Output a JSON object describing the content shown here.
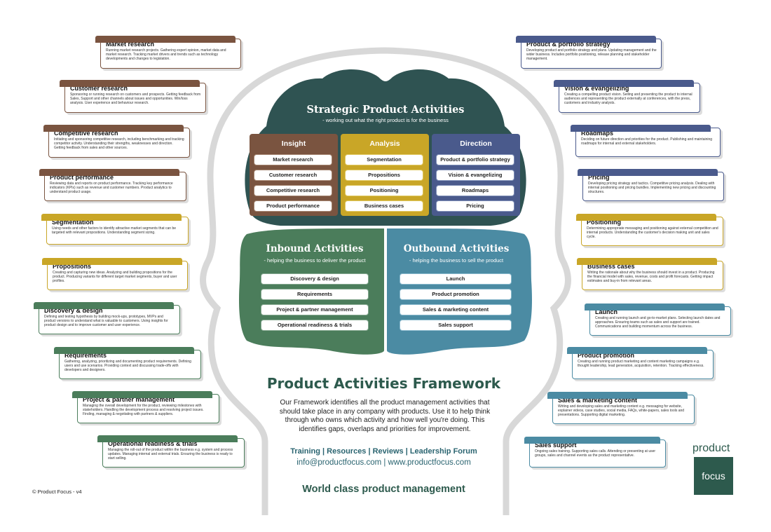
{
  "strategic": {
    "title": "Strategic Product Activities",
    "subtitle": "- working out what the right product is for the business",
    "columns": [
      {
        "title": "Insight",
        "items": [
          "Market research",
          "Customer research",
          "Competitive research",
          "Product performance"
        ]
      },
      {
        "title": "Analysis",
        "items": [
          "Segmentation",
          "Propositions",
          "Positioning",
          "Business cases"
        ]
      },
      {
        "title": "Direction",
        "items": [
          "Product & portfolio strategy",
          "Vision & evangelizing",
          "Roadmaps",
          "Pricing"
        ]
      }
    ]
  },
  "inbound": {
    "title": "Inbound Activities",
    "subtitle": "- helping the business to deliver the product",
    "items": [
      "Discovery & design",
      "Requirements",
      "Project & partner management",
      "Operational readiness & trials"
    ]
  },
  "outbound": {
    "title": "Outbound Activities",
    "subtitle": "- helping the business to sell the product",
    "items": [
      "Launch",
      "Product promotion",
      "Sales & marketing content",
      "Sales support"
    ]
  },
  "left_cards": [
    {
      "title": "Market research",
      "text": "Running market research projects. Gathering expert opinion, market data and market research. Tracking market drivers and trends such as technology developments and changes to legislation."
    },
    {
      "title": "Customer research",
      "text": "Sponsoring or running research on customers and prospects. Getting feedback from Sales, Support and other channels about issues and opportunities. Win/loss analysis. User experience and behaviour research."
    },
    {
      "title": "Competitive research",
      "text": "Initiating and sponsoring competitive research, including benchmarking and tracking competitor activity. Understanding their strengths, weaknesses and direction. Getting feedback from sales and other sources."
    },
    {
      "title": "Product performance",
      "text": "Reviewing data and reports on product performance. Tracking key performance indicators (KPIs) such as revenue and customer numbers. Product analytics to understand product usage."
    },
    {
      "title": "Segmentation",
      "text": "Using needs and other factors to identify attractive market segments that can be targeted with relevant propositions. Understanding segment sizing."
    },
    {
      "title": "Propositions",
      "text": "Creating and capturing new ideas. Analyzing and building propositions for the product. Producing variants for different target market segments, buyer and user profiles."
    },
    {
      "title": "Discovery & design",
      "text": "Defining and testing hypothesis by building mock-ups, prototypes, MVPs and product versions to understand what is valuable to customers. Using insights for product design and to improve customer and user experience."
    },
    {
      "title": "Requirements",
      "text": "Gathering, analyzing, prioritizing and documenting product requirements. Defining users and use scenarios. Providing context and discussing trade-offs with developers and designers."
    },
    {
      "title": "Project & partner management",
      "text": "Managing the overall development for the product, reviewing milestones with stakeholders. Handling the development process and resolving project issues. Finding, managing & negotiating with partners & suppliers."
    },
    {
      "title": "Operational readiness & trials",
      "text": "Managing the roll-out of the product within the business e.g. system and process updates. Managing internal and external trials. Ensuring the business is ready to start selling."
    }
  ],
  "right_cards": [
    {
      "title": "Product & portfolio strategy",
      "text": "Developing product and portfolio strategy and plans. Updating management and the wider business. Includes portfolio positioning, release planning and stakeholder management."
    },
    {
      "title": "Vision & evangelizing",
      "text": "Creating a compelling product vision. Selling and presenting the product to internal audiences and representing the product externally at conferences, with the press, customers and industry analysts."
    },
    {
      "title": "Roadmaps",
      "text": "Deciding on future direction and priorities for the product. Publishing and maintaining roadmaps for internal and external stakeholders."
    },
    {
      "title": "Pricing",
      "text": "Developing pricing strategy and tactics. Competitive pricing analysis. Dealing with internal positioning and pricing bundles. Implementing new pricing and discounting structures."
    },
    {
      "title": "Positioning",
      "text": "Determining appropriate messaging and positioning against external competition and internal products. Understanding the customer's decision making unit and sales cycle."
    },
    {
      "title": "Business cases",
      "text": "Writing the rationale about why the business should invest in a product. Producing the financial model with sales, revenue, costs and profit forecasts. Getting impact estimates and buy-in from relevant areas."
    },
    {
      "title": "Launch",
      "text": "Creating and running launch and go-to-market plans. Selecting launch dates and approaches. Ensuring teams such as sales and support are trained. Communications and building momentum across the business."
    },
    {
      "title": "Product promotion",
      "text": "Creating and running product marketing and content marketing campaigns e.g. thought leadership, lead generation, acquisition, retention. Tracking effectiveness."
    },
    {
      "title": "Sales & marketing content",
      "text": "Writing and developing sales and marketing content e.g. messaging for website, explainer videos, case studies, social media, FAQs, white-papers, sales tools and presentations. Supporting digital marketing."
    },
    {
      "title": "Sales support",
      "text": "Ongoing sales training. Supporting sales calls. Attending or presenting at user groups, sales and channel events as the product representative."
    }
  ],
  "framework": {
    "title": "Product Activities Framework",
    "description": "Our Framework identifies all the product management activities that should take place in any company with products. Use it to help think through who owns which activity and how well you're doing. This identifies gaps, overlaps and priorities for improvement.",
    "links": "Training  |  Resources  |  Reviews  |  Leadership Forum",
    "contact": "info@productfocus.com    |    www.productfocus.com",
    "tagline": "World class product management"
  },
  "copyright": "© Product Focus - v4",
  "logo": {
    "word1": "product",
    "word2": "focus"
  },
  "colors": {
    "brown": "#7a5440",
    "yellow": "#c9a627",
    "blue": "#4a5a8c",
    "green": "#4b7d5b",
    "teal": "#4b8ba3",
    "dark": "#2d5a4d"
  }
}
